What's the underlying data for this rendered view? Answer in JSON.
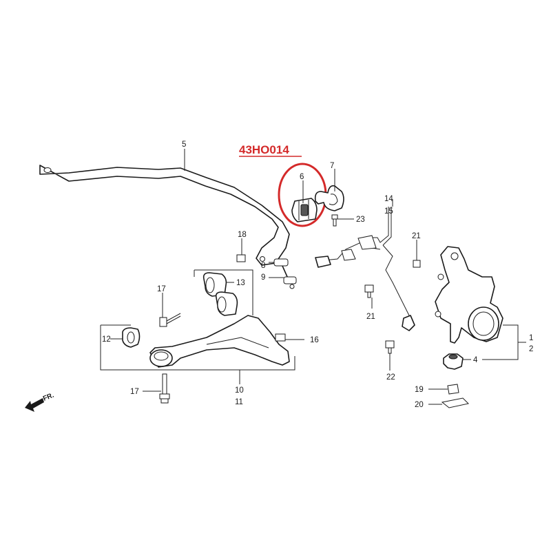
{
  "highlight": {
    "part_code": "43HO014",
    "color": "#d42a2a"
  },
  "direction_label": "FR.",
  "callouts": {
    "c1": "1",
    "c2": "2",
    "c4": "4",
    "c5": "5",
    "c6": "6",
    "c7": "7",
    "c8": "8",
    "c9": "9",
    "c10": "10",
    "c11": "11",
    "c12": "12",
    "c13": "13",
    "c14": "14",
    "c15": "15",
    "c16": "16",
    "c17a": "17",
    "c17b": "17",
    "c18": "18",
    "c19": "19",
    "c20": "20",
    "c21a": "21",
    "c21b": "21",
    "c22": "22",
    "c23": "23"
  }
}
